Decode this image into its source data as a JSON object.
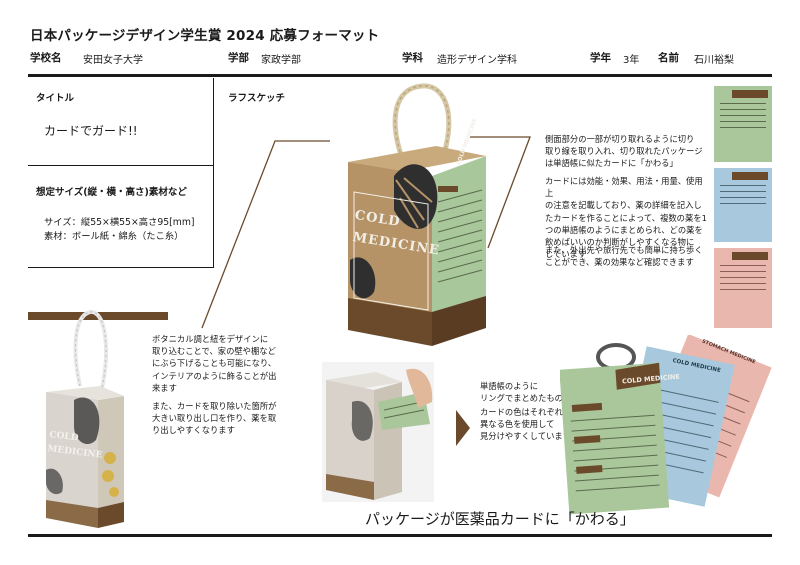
{
  "header": {
    "title": "日本パッケージデザイン学生賞 2024 応募フォーマット",
    "school_label": "学校名",
    "school": "安田女子大学",
    "faculty_label": "学部",
    "faculty": "家政学部",
    "dept_label": "学科",
    "dept": "造形デザイン学科",
    "year_label": "学年",
    "year": "3年",
    "name_label": "名前",
    "name": "石川裕梨"
  },
  "left_panel": {
    "title_label": "タイトル",
    "title_value": "カードでガード!!",
    "size_label": "想定サイズ(縦・横・高さ)素材など",
    "size_line1": "サイズ：縦55×横55×高さ95[mm]",
    "size_line2": "素材：ボール紙・綿糸（たこ糸）"
  },
  "sketch_label": "ラフスケッチ",
  "notes": {
    "side_cut": [
      "側面部分の一部が切り取れるように切り",
      "取り線を取り入れ、切り取れたパッケージ",
      "は単語帳に似たカードに「かわる」"
    ],
    "card_info": [
      "カードには効能・効果、用法・用量、使用上",
      "の注意を記載しており、薬の詳細を記入し",
      "たカードを作ることによって、複数の薬を1",
      "つの単語帳のようにまとめられ、どの薬を",
      "飲めばいいのか判断がしやすくなる物に",
      "しています"
    ],
    "travel": [
      "また、外出先や旅行先でも簡単に持ち歩く",
      "ことができ、薬の効果など確認できます"
    ],
    "botanical": [
      "ボタニカル調と紐をデザインに",
      "取り込むことで、家の壁や棚など",
      "にぶら下げることも可能になり、",
      "インテリアのように飾ることが出",
      "来ます"
    ],
    "remove": [
      "また、カードを取り除いた箇所が",
      "大きい取り出し口を作り、薬を取",
      "り出しやすくなります"
    ],
    "ring": [
      "単語帳のように",
      "リングでまとめたもの"
    ],
    "colors": [
      "カードの色はそれぞれ",
      "異なる色を使用して",
      "見分けやすくしています"
    ]
  },
  "product": {
    "box_text1": "COLD",
    "box_text2": "MEDICINE",
    "side_text": "COLD MEDICINE",
    "card_label_green": "COLD MEDICINE",
    "card_label_blue": "COLD MEDICINE",
    "card_label_pink": "STOMACH MEDICINE"
  },
  "caption": "パッケージが医薬品カードに「かわる」",
  "colors": {
    "kraft": "#b69366",
    "wood": "#6b4a2b",
    "green_card": "#a9c79a",
    "blue_card": "#a8c9dd",
    "pink_card": "#e9b7ae",
    "leaf": "#2f2f2f"
  }
}
